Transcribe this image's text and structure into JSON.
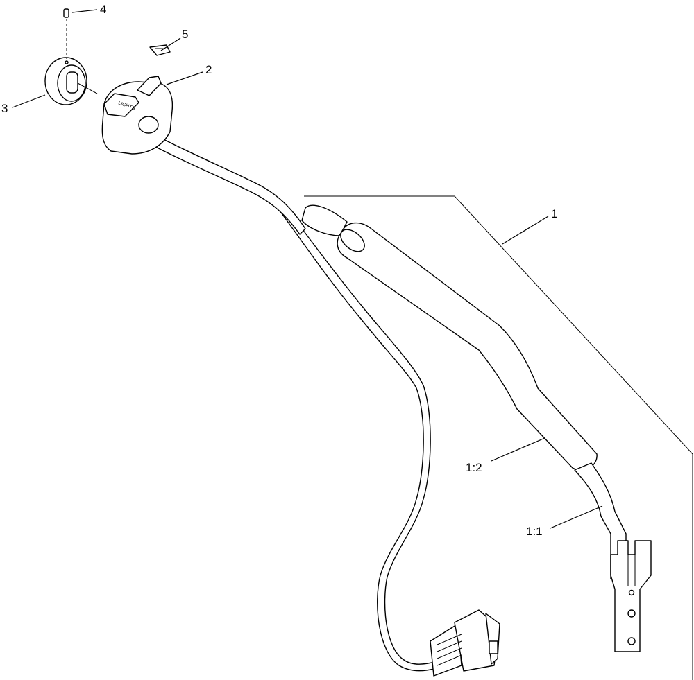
{
  "callouts": {
    "c1": "1",
    "c2": "2",
    "c3": "3",
    "c4": "4",
    "c5": "5",
    "c1_1": "1:1",
    "c1_2": "1:2"
  },
  "switch_label": "LIGHTS"
}
